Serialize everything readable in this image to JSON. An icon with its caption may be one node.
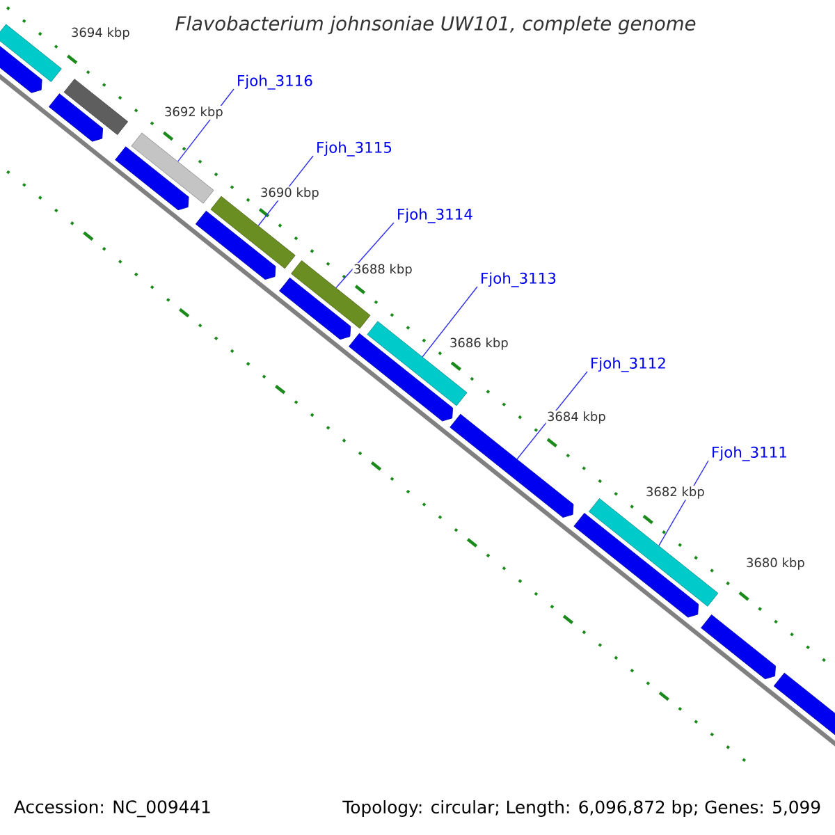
{
  "diagram": {
    "title": "Flavobacterium johnsoniae UW101, complete genome",
    "nodes": [
      {
        "text": [
          "Fjoh_3116"
        ]
      },
      {
        "text": [
          "Fjoh_3115"
        ]
      },
      {
        "text": [
          "Fjoh_3114"
        ]
      },
      {
        "text": [
          "Fjoh_3113"
        ]
      },
      {
        "text": [
          "Fjoh_3112"
        ]
      },
      {
        "text": [
          "Fjoh_3111"
        ]
      },
      {
        "text": [],
        "shape": "bar"
      },
      {
        "text": [],
        "shape": "bar"
      },
      {
        "text": [],
        "shape": "bar"
      },
      {
        "text": [],
        "shape": "bar"
      },
      {
        "text": [],
        "shape": "bar"
      },
      {
        "text": [],
        "shape": "bar"
      },
      {
        "text": [],
        "shape": "bar"
      },
      {
        "text": [],
        "shape": "pentagon"
      },
      {
        "text": [],
        "shape": "pentagon"
      },
      {
        "text": [],
        "shape": "pentagon"
      },
      {
        "text": [],
        "shape": "pentagon"
      },
      {
        "text": [],
        "shape": "pentagon"
      },
      {
        "text": [],
        "shape": "pentagon"
      },
      {
        "text": [],
        "shape": "pentagon"
      },
      {
        "text": [],
        "shape": "pentagon"
      },
      {
        "text": [],
        "shape": "pentagon"
      },
      {
        "text": [],
        "shape": "pentagon"
      }
    ],
    "edges": [
      {
        "from": 0,
        "to": 8,
        "arrow": "none"
      },
      {
        "from": 1,
        "to": 9,
        "arrow": "none"
      },
      {
        "from": 2,
        "to": 10,
        "arrow": "none"
      },
      {
        "from": 3,
        "to": 11,
        "arrow": "none"
      },
      {
        "from": 4,
        "to": 19,
        "arrow": "none"
      },
      {
        "from": 5,
        "to": 12,
        "arrow": "none"
      }
    ],
    "labels": [
      "3694 kbp",
      "3692 kbp",
      "3690 kbp",
      "3688 kbp",
      "3686 kbp",
      "3684 kbp",
      "3682 kbp",
      "3680 kbp",
      "Accession: NC_009441",
      "Topology: circular; Length: 6,096,872 bp; Genes: 5,099"
    ]
  }
}
